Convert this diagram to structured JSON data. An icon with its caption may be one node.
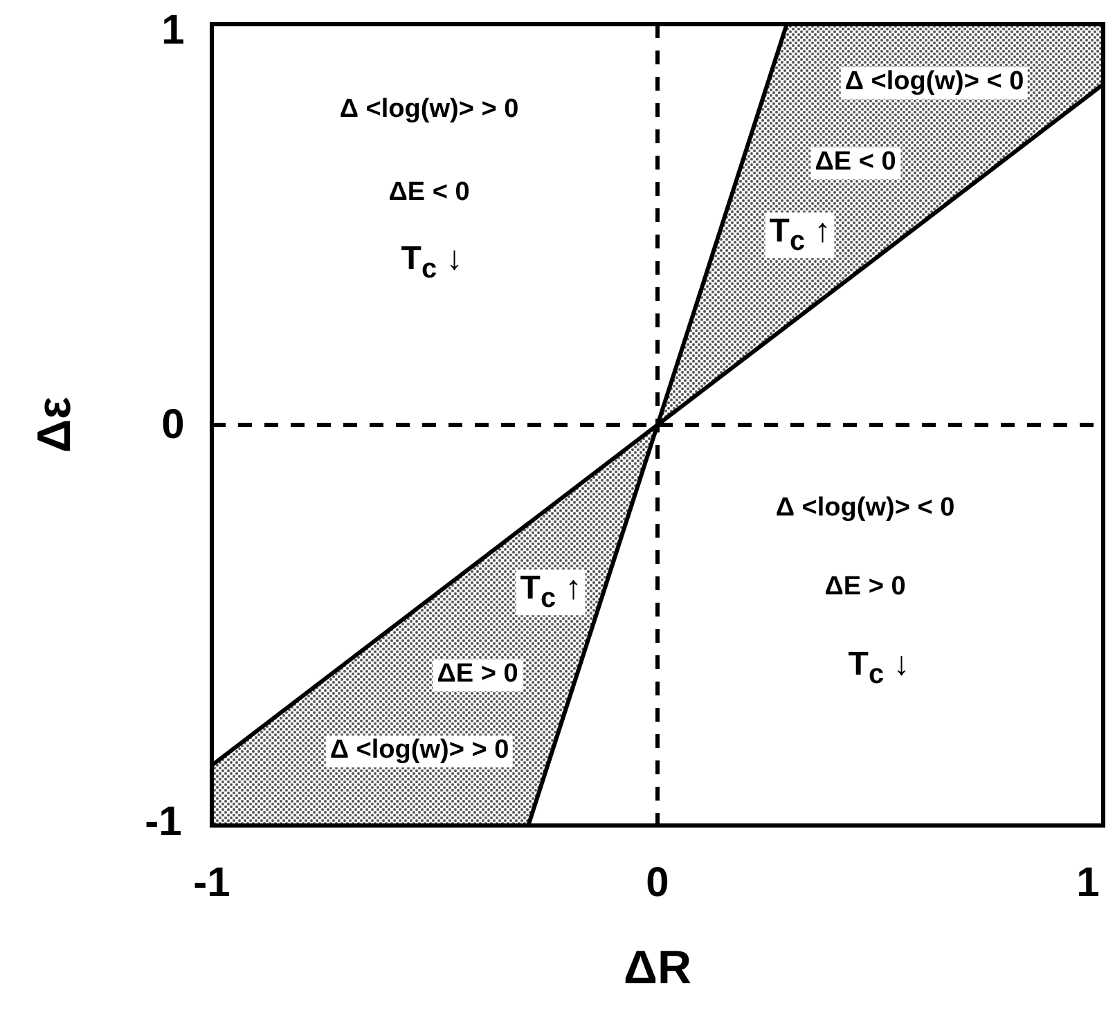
{
  "diagram": {
    "labels": [
      "1",
      "Δ <log(w)> > 0",
      "Δ <log(w)> < 0",
      "ΔE < 0",
      "ΔE < 0",
      "T$_{c}$ ↑",
      "T$_{c}$ ↓",
      "Δε",
      "0",
      "Δ <log(w)> < 0",
      "T$_{c}$ ↑",
      "ΔE > 0",
      "ΔE > 0",
      "T$_{c}$ ↓",
      "Δ <log(w)> > 0",
      "-1",
      "-1",
      "0",
      "1",
      "ΔR"
    ]
  }
}
